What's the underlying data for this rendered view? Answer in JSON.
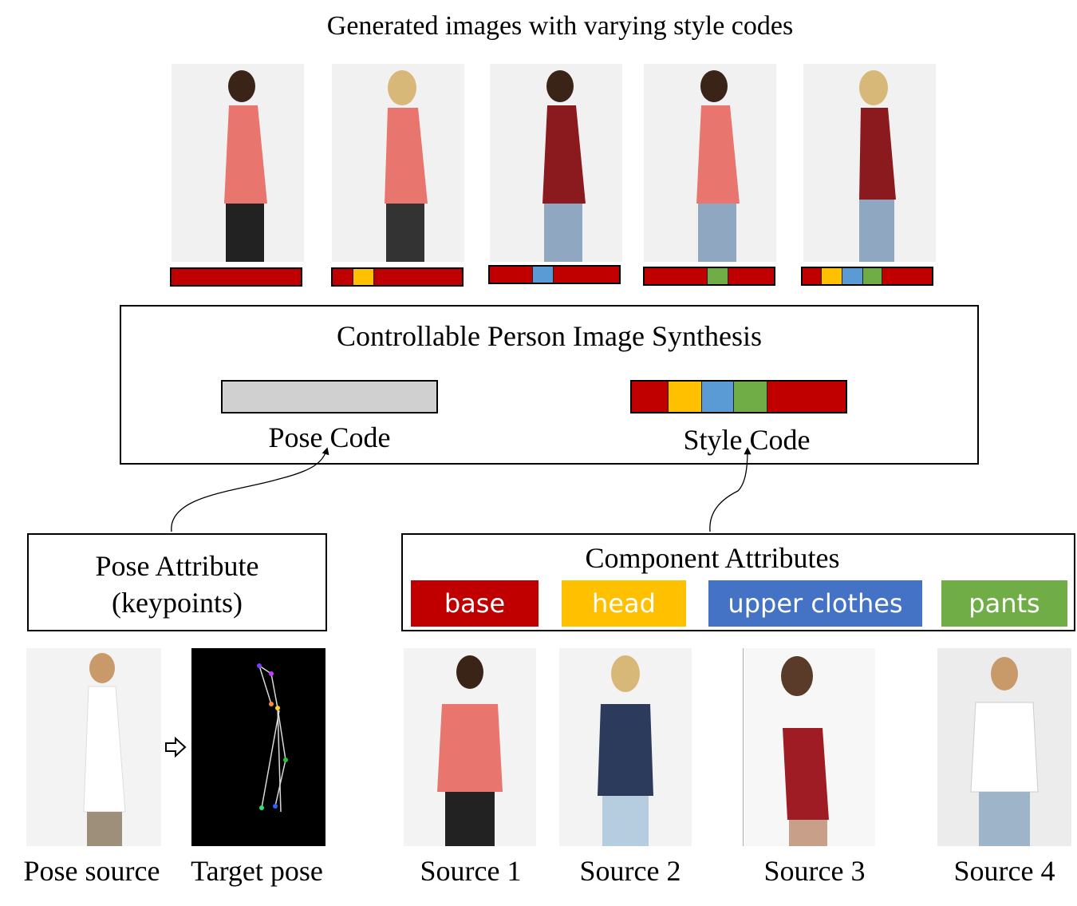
{
  "title": "Generated images with varying style codes",
  "synthesis": {
    "title": "Controllable Person Image Synthesis",
    "pose_code_label": "Pose Code",
    "style_code_label": "Style Code"
  },
  "pose_attribute": {
    "line1": "Pose Attribute",
    "line2": "(keypoints)"
  },
  "component_attributes": {
    "title": "Component Attributes",
    "chips": [
      {
        "label": "base",
        "color": "#c00000"
      },
      {
        "label": "head",
        "color": "#ffc000"
      },
      {
        "label": "upper clothes",
        "color": "#4472c4"
      },
      {
        "label": "pants",
        "color": "#70ad47"
      }
    ]
  },
  "colors": {
    "base": "#c00000",
    "head": "#ffc000",
    "upper": "#5b9bd5",
    "pants": "#70ad47",
    "pose_code": "#d0d0d0"
  },
  "captions": {
    "pose_source": "Pose source",
    "target_pose": "Target pose",
    "source1": "Source 1",
    "source2": "Source 2",
    "source3": "Source 3",
    "source4": "Source 4"
  },
  "arrow_icon": "right-arrow-icon"
}
